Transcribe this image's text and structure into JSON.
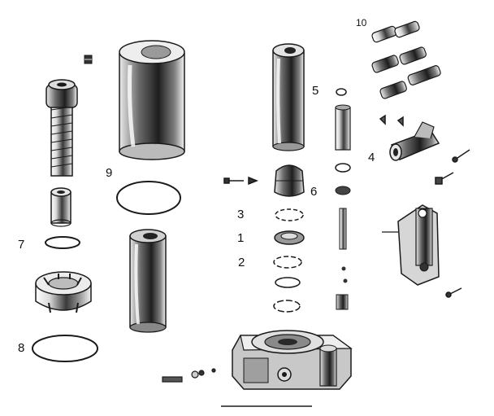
{
  "figure": {
    "parts": [
      {
        "ref": "1"
      },
      {
        "ref": "2"
      },
      {
        "ref": "3"
      },
      {
        "ref": "4"
      },
      {
        "ref": "5"
      },
      {
        "ref": "6"
      },
      {
        "ref": "7"
      },
      {
        "ref": "8"
      },
      {
        "ref": "9"
      },
      {
        "ref": "10"
      }
    ],
    "colors": {
      "ink": "#1a1a1a",
      "paper": "#ffffff",
      "shade": "#555555"
    }
  }
}
